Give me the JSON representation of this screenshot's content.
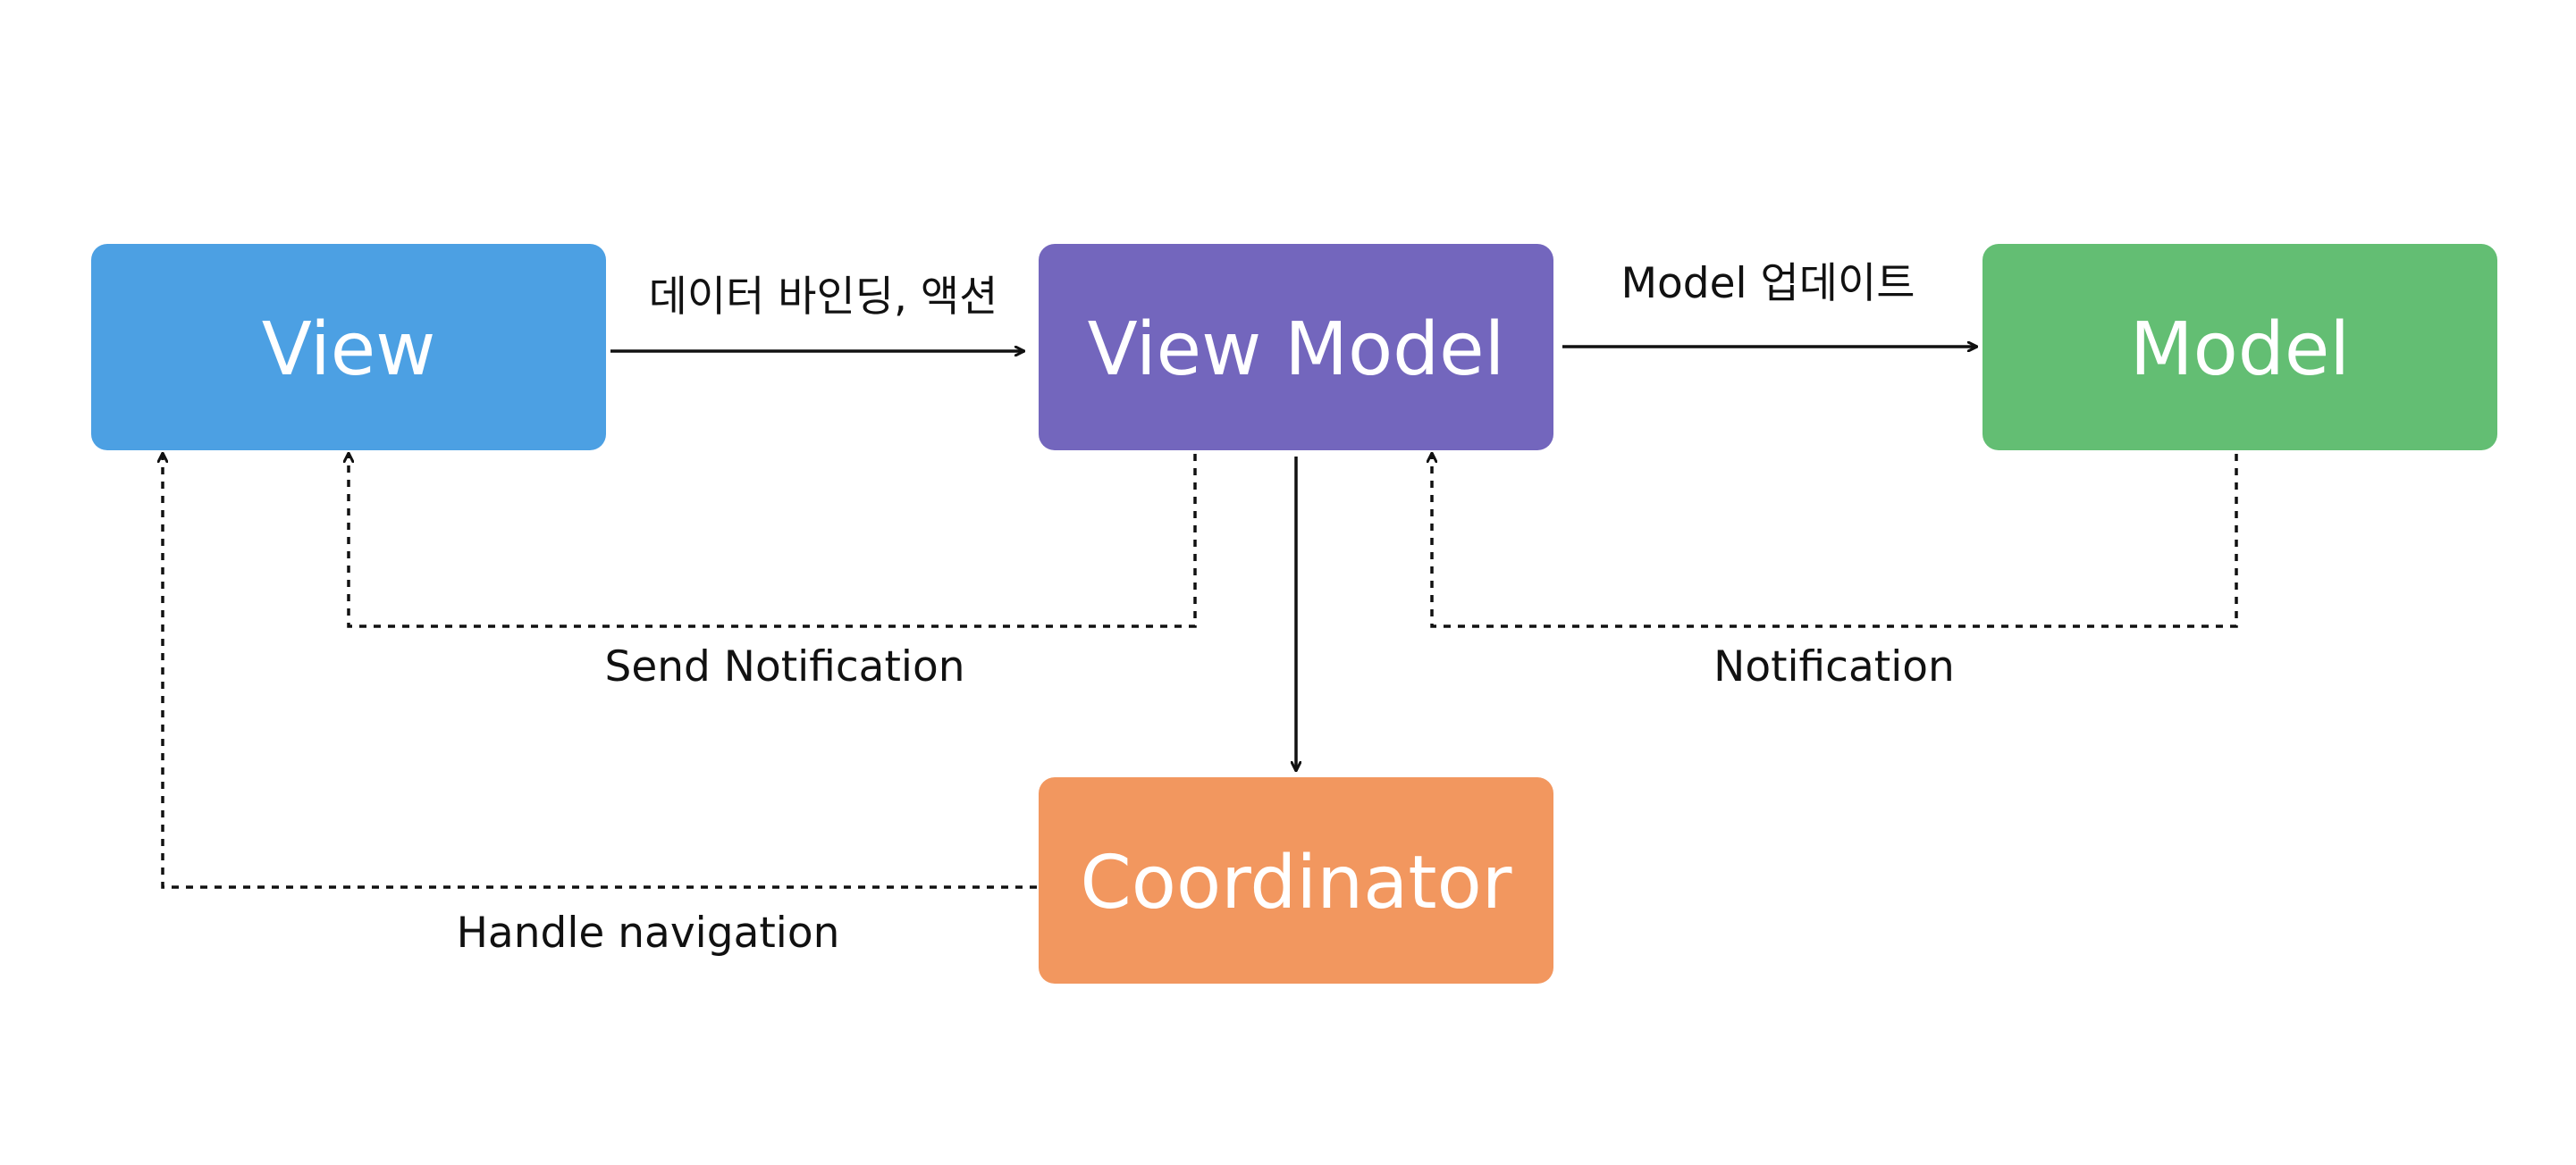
{
  "nodes": {
    "view": {
      "label": "View",
      "color": "#4ca0e3"
    },
    "view_model": {
      "label": "View Model",
      "color": "#7366bd"
    },
    "model": {
      "label": "Model",
      "color": "#63be73"
    },
    "coordinator": {
      "label": "Coordinator",
      "color": "#f2975f"
    }
  },
  "edges": {
    "view_to_view_model": {
      "label": "데이터 바인딩, 액션",
      "style": "solid"
    },
    "view_model_to_model": {
      "label": "Model 업데이트",
      "style": "solid"
    },
    "view_model_to_view": {
      "label": "Send Notification",
      "style": "dashed"
    },
    "model_to_view_model": {
      "label": "Notification",
      "style": "dashed"
    },
    "view_model_to_coordinator": {
      "label": "",
      "style": "solid"
    },
    "coordinator_to_view": {
      "label": "Handle navigation",
      "style": "dashed"
    }
  }
}
